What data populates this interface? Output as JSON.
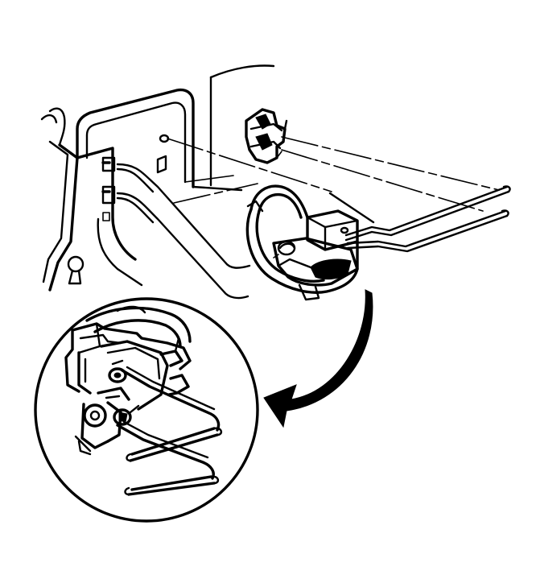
{
  "diagram": {
    "colors": {
      "ink": "#000000",
      "background": "#ffffff"
    },
    "parts": [
      "door-inner-panel",
      "lock-rod-clips",
      "door-latch-assembly",
      "latch-rods",
      "detail-magnifier-circle",
      "detail-arrow"
    ]
  }
}
